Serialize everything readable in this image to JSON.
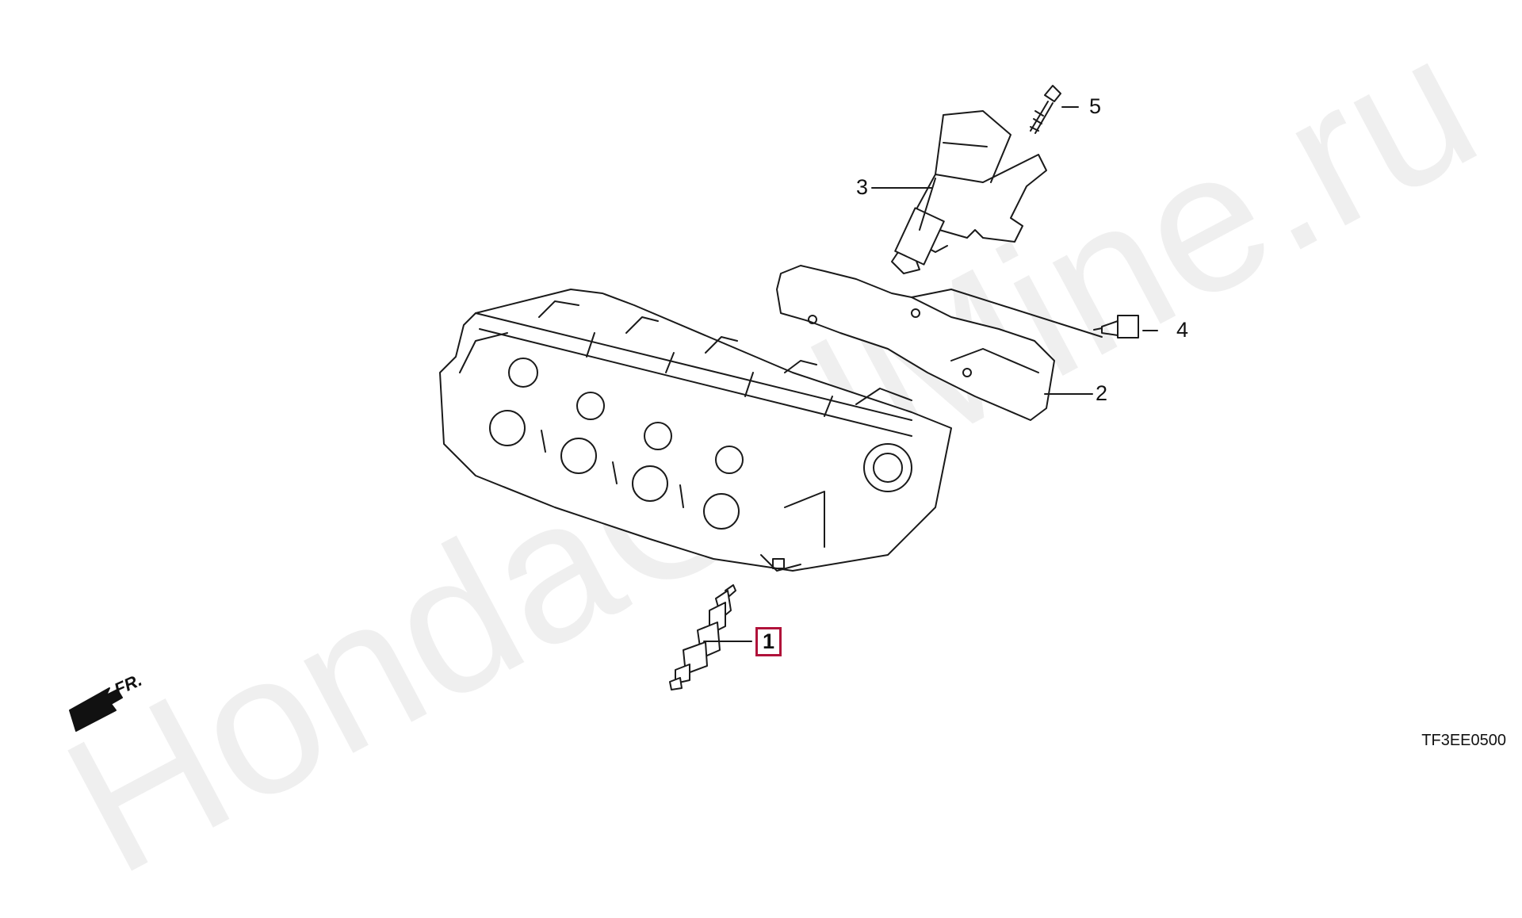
{
  "watermark": "HondaOnlMine.ru",
  "diagram_code": "TF3EE0500",
  "direction_label": "FR.",
  "callouts": [
    {
      "id": "1",
      "label": "1",
      "boxed": true,
      "part": "spark-plug"
    },
    {
      "id": "2",
      "label": "2",
      "boxed": false,
      "part": "ignition-coil-cover"
    },
    {
      "id": "3",
      "label": "3",
      "boxed": false,
      "part": "ignition-coil"
    },
    {
      "id": "4",
      "label": "4",
      "boxed": false,
      "part": "cover-bolt"
    },
    {
      "id": "5",
      "label": "5",
      "boxed": false,
      "part": "coil-bolt"
    }
  ],
  "colors": {
    "line": "#1a1a1a",
    "highlight_box": "#b0123a",
    "background": "#ffffff"
  }
}
